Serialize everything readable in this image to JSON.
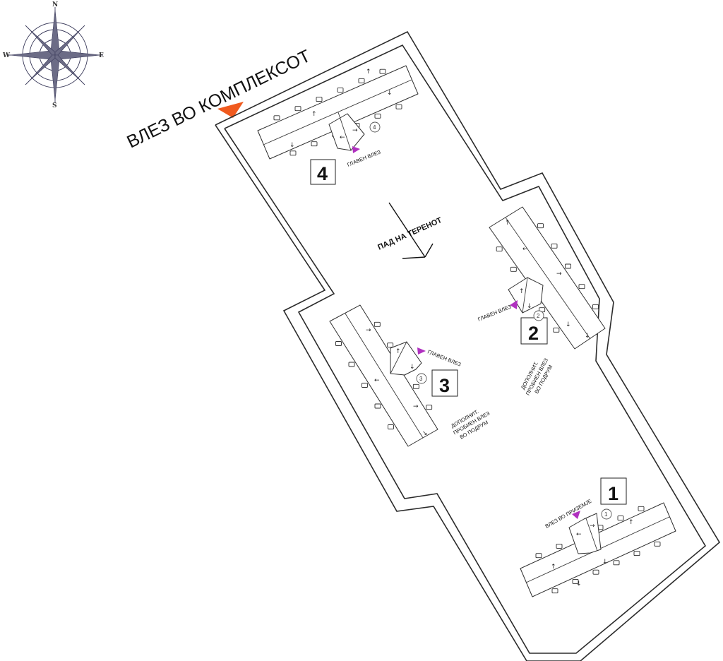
{
  "compass": {
    "north": "N",
    "south": "S",
    "east": "E",
    "west": "W"
  },
  "entrance_label": "ВЛЕЗ ВО КОМПЛЕКСОТ",
  "slope_label": "ПАД НА ТЕРЕНОТ",
  "buildings": [
    {
      "number": "1",
      "circle": "1",
      "entry_label": "ВЛЕЗ ВО ПРИЗЕМЈЕ",
      "basement_label": []
    },
    {
      "number": "2",
      "circle": "2",
      "entry_label": "ГЛАВЕН ВЛЕЗ",
      "basement_label": [
        "ДОПОЛНИТ.",
        "ПРОБИЕН ВЛЕЗ",
        "ВО ПОДРУМ"
      ]
    },
    {
      "number": "3",
      "circle": "3",
      "entry_label": "ГЛАВЕН ВЛЕЗ",
      "basement_label": [
        "ДОПОЛНИТ.",
        "ПРОБИЕН ВЛЕЗ",
        "ВО  ПОДРУМ"
      ]
    },
    {
      "number": "4",
      "circle": "4",
      "entry_label": "ГЛАВЕН ВЛЕЗ",
      "basement_label": []
    }
  ],
  "colors": {
    "entry_marker": "#b030c0",
    "main_gate_marker": "#f05a1e",
    "walls": "#2b2b2b"
  }
}
